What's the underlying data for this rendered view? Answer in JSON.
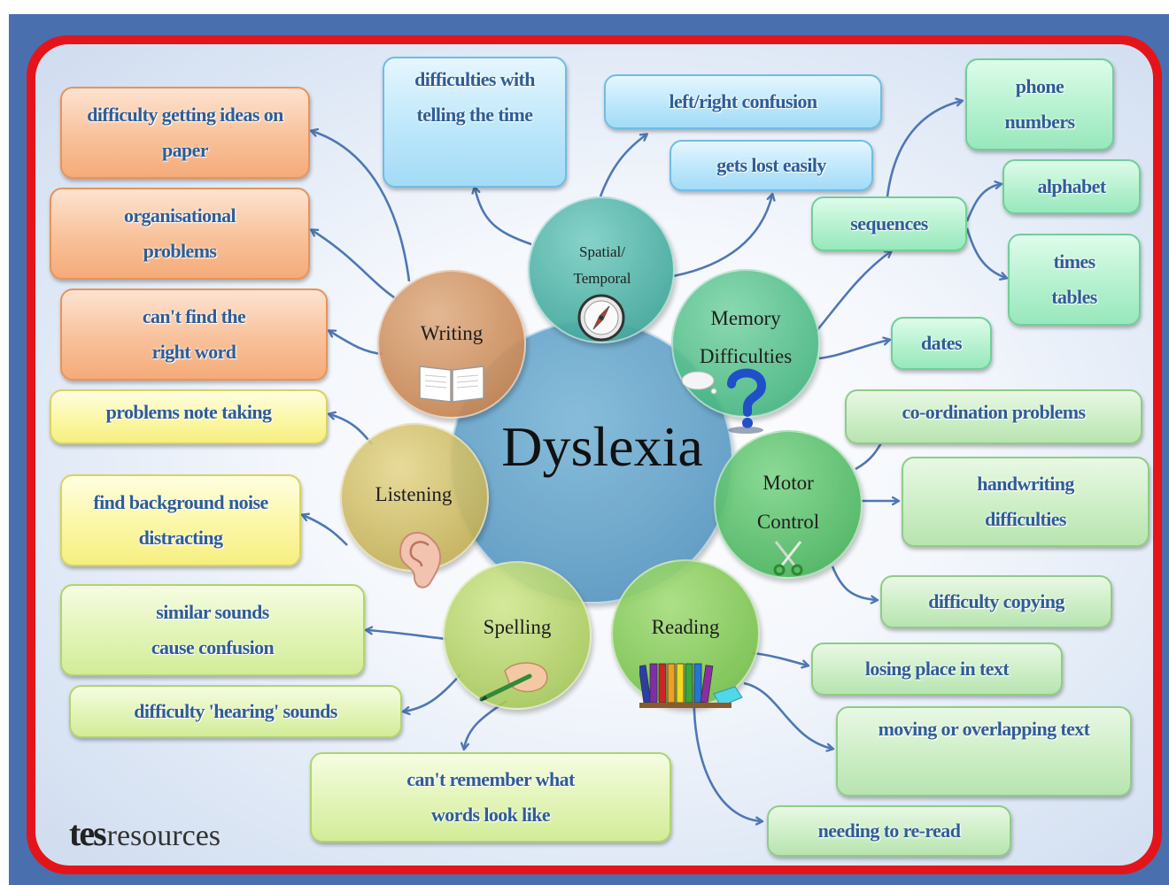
{
  "center": {
    "label": "Dyslexia"
  },
  "categories": {
    "writing": "Writing",
    "spatial": "Spatial/\nTemporal",
    "memory": "Memory\nDifficulties",
    "motor": "Motor\nControl",
    "reading": "Reading",
    "spelling": "Spelling",
    "listening": "Listening"
  },
  "writing_items": [
    "difficulty getting ideas on paper",
    "organisational\nproblems",
    "can't find the\nright word"
  ],
  "spatial_items": [
    "difficulties with\ntelling the time",
    "left/right confusion",
    "gets lost easily"
  ],
  "memory_items": {
    "sequences": "sequences",
    "phone": "phone\nnumbers",
    "alphabet": "alphabet",
    "times": "times\ntables",
    "dates": "dates"
  },
  "motor_items": [
    "co-ordination problems",
    "handwriting\ndifficulties",
    "difficulty copying"
  ],
  "reading_items": [
    "losing place in text",
    "moving or overlapping text",
    "needing to re-read"
  ],
  "spelling_items": [
    "similar sounds\ncause confusion",
    "difficulty 'hearing' sounds",
    "can't remember what\nwords look like"
  ],
  "listening_items": [
    "problems note taking",
    "find background noise\ndistracting"
  ],
  "logo": {
    "mark": "tes",
    "text": "resources"
  },
  "colors": {
    "frame_red": "#e3151a",
    "frame_blue": "#4a6fae",
    "connector": "#4f77b3",
    "box_text": "#2f5d96"
  },
  "icons": [
    "open-book-icon",
    "compass-icon",
    "question-mark-icon",
    "scissors-icon",
    "books-icon",
    "pencil-hand-icon",
    "ear-icon"
  ]
}
